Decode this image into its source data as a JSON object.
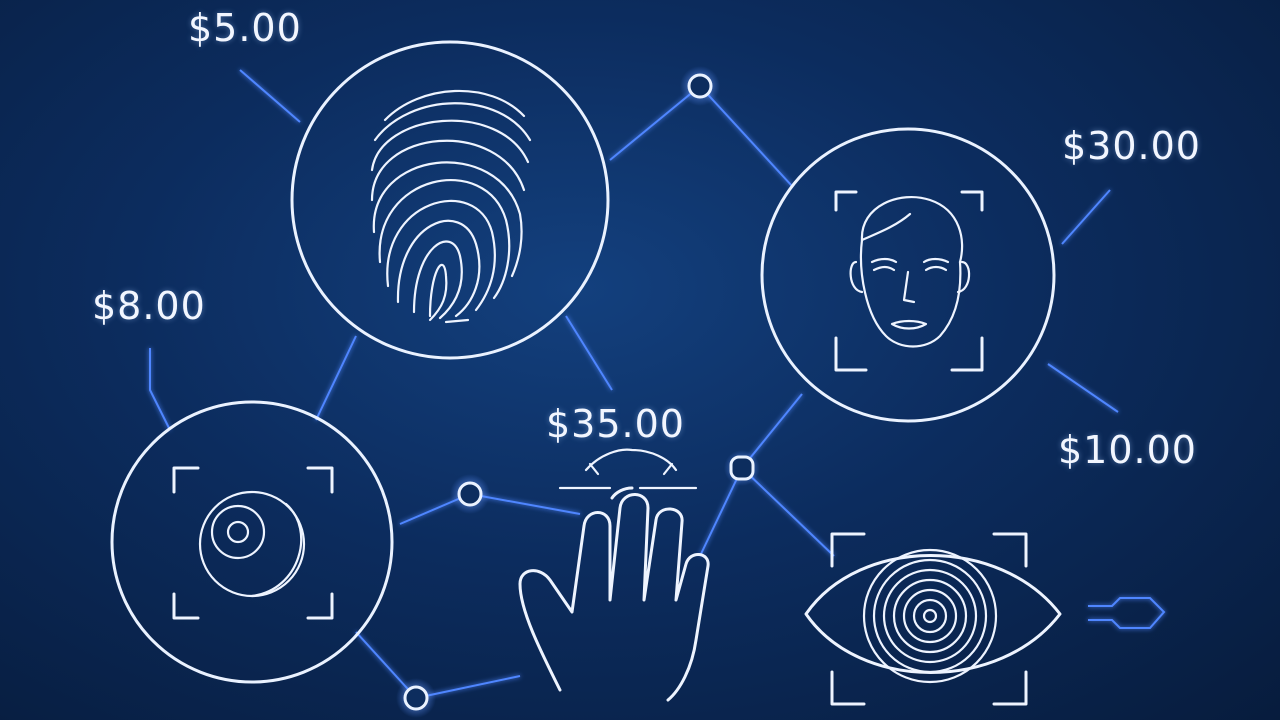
{
  "prices": {
    "fingerprint": "$5.00",
    "face": "$30.00",
    "retina": "$8.00",
    "palm": "$35.00",
    "eye": "$10.00"
  },
  "icons": [
    "fingerprint-icon",
    "face-scan-icon",
    "retina-scan-icon",
    "palm-scan-icon",
    "eye-scan-icon"
  ],
  "colors": {
    "background": "#0c2c5e",
    "line": "#4f86ff",
    "icon_stroke": "#eef4ff"
  }
}
